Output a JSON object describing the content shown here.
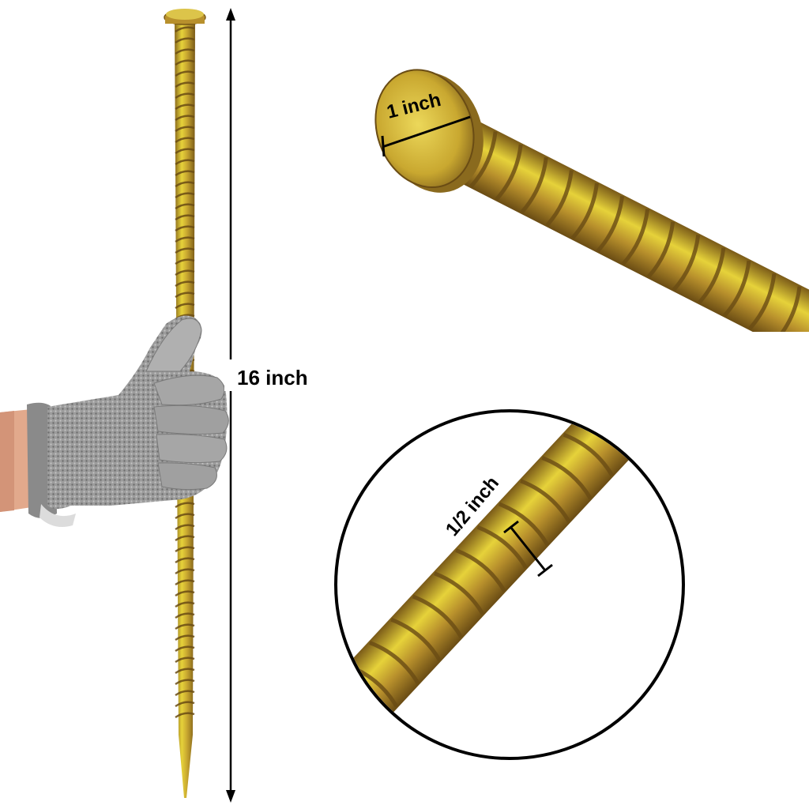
{
  "labels": {
    "length": "16 inch",
    "head_diameter": "1 inch",
    "shank_diameter": "1/2 inch"
  },
  "colors": {
    "metal_light": "#e6d23a",
    "metal_mid": "#c9a830",
    "metal_dark": "#8a6a1e",
    "glove": "#9a9a9a",
    "skin": "#e2a98c",
    "line": "#000000"
  }
}
